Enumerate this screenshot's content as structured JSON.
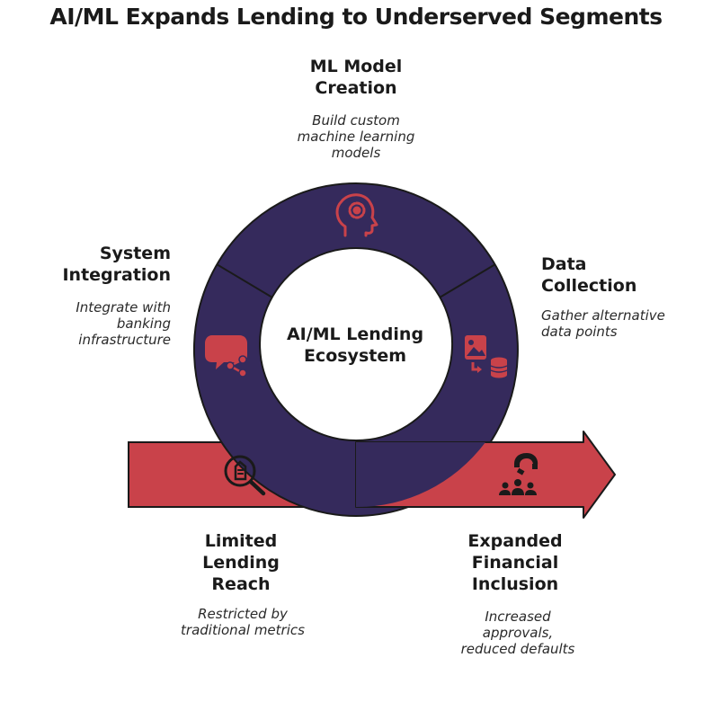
{
  "title": "AI/ML Expands Lending to Underserved Segments",
  "center": {
    "line1": "AI/ML Lending",
    "line2": "Ecosystem"
  },
  "colors": {
    "ring": "#352a5c",
    "arrow": "#c9424a",
    "stroke": "#1a1a1a",
    "icon_red": "#c9424a",
    "icon_dark": "#1a1a1a"
  },
  "steps": {
    "model": {
      "head1": "ML Model",
      "head2": "Creation",
      "desc1": "Build custom",
      "desc2": "machine learning",
      "desc3": "models",
      "icon": "head-gear-icon"
    },
    "data": {
      "head1": "Data",
      "head2": "Collection",
      "desc1": "Gather alternative",
      "desc2": "data points",
      "icon": "image-database-icon"
    },
    "integration": {
      "head1": "System",
      "head2": "Integration",
      "desc1": "Integrate with",
      "desc2": "banking",
      "desc3": "infrastructure",
      "icon": "chat-share-icon"
    },
    "limited": {
      "head1": "Limited",
      "head2": "Lending",
      "head3": "Reach",
      "desc1": "Restricted by",
      "desc2": "traditional metrics",
      "icon": "search-document-icon"
    },
    "expanded": {
      "head1": "Expanded",
      "head2": "Financial",
      "head3": "Inclusion",
      "desc1": "Increased",
      "desc2": "approvals,",
      "desc3": "reduced defaults",
      "icon": "magnet-people-icon"
    }
  }
}
